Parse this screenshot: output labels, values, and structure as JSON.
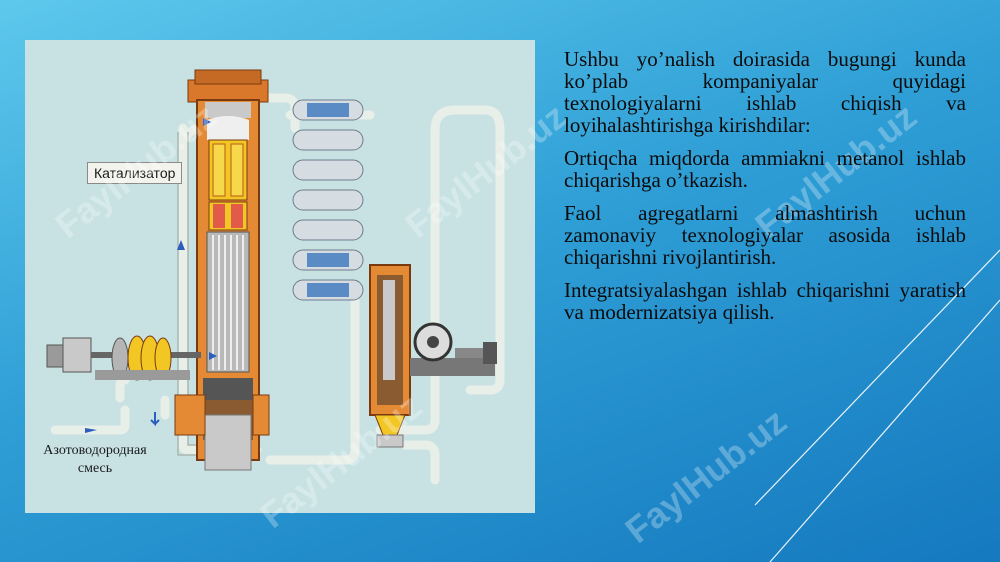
{
  "figure": {
    "catalyst_label": "Катализатор",
    "mix_label_line1": "Азотоводородная",
    "mix_label_line2": "смесь"
  },
  "watermark": "FaylHub.uz",
  "text": {
    "p1": "Ushbu yo’nalish doirasida bugungi kunda ko’plab kompaniyalar quyidagi texnologiyalarni ishlab chiqish va loyihalashtirishga kirishdilar:",
    "p2": "Ortiqcha miqdorda ammiakni metanol ishlab chiqarishga o’tkazish.",
    "p3": "Faol agregatlarni almashtirish uchun zamonaviy texnologiyalar asosida ishlab chiqarishni rivojlantirish.",
    "p4": "Integratsiyalashgan ishlab chiqarishni yaratish va modernizatsiya qilish."
  },
  "colors": {
    "background_top": "#5ec8ec",
    "background_bottom": "#1579bf",
    "figure_bg": "#c8e2e4",
    "reactor_shell": "#d9782a",
    "catalyst_fill": "#f2c623",
    "pipe": "#e6eee6"
  }
}
